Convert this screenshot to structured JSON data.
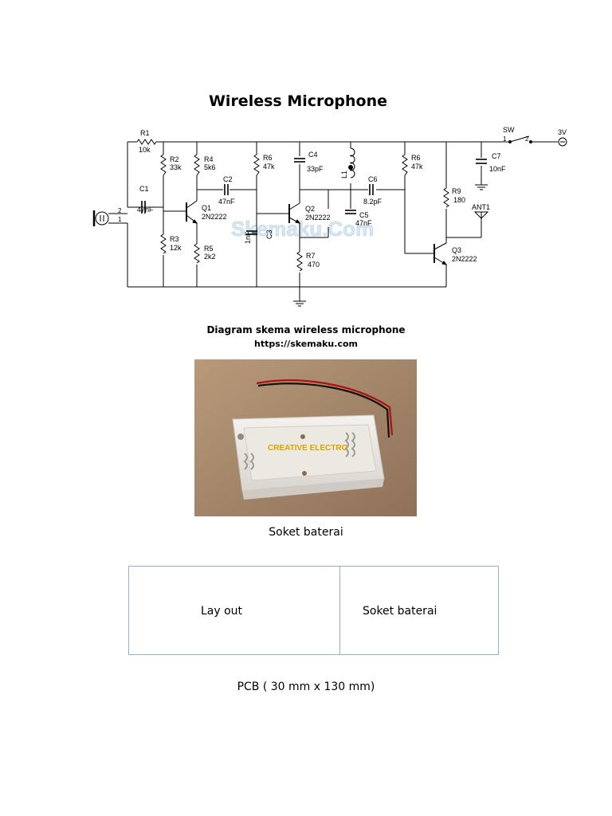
{
  "title": "Wireless Microphone",
  "schematic": {
    "components": {
      "r1": {
        "name": "R1",
        "value": "10k"
      },
      "r2": {
        "name": "R2",
        "value": "33k"
      },
      "r3": {
        "name": "R3",
        "value": "12k"
      },
      "r4": {
        "name": "R4",
        "value": "5k6"
      },
      "r5": {
        "name": "R5",
        "value": "2k2"
      },
      "r6a": {
        "name": "R6",
        "value": "47k"
      },
      "r6b": {
        "name": "R6",
        "value": "47k"
      },
      "r7": {
        "name": "R7",
        "value": "470"
      },
      "r9": {
        "name": "R9",
        "value": "180"
      },
      "c1": {
        "name": "C1",
        "value": "47nF"
      },
      "c2": {
        "name": "C2",
        "value": "47nF"
      },
      "c3": {
        "name": "C3",
        "value": "1nF"
      },
      "c4": {
        "name": "C4",
        "value": "33pF"
      },
      "c5": {
        "name": "C5",
        "value": "47nF"
      },
      "c6": {
        "name": "C6",
        "value": "8.2pF"
      },
      "c7": {
        "name": "C7",
        "value": "10nF"
      },
      "l1": {
        "name": "L1"
      },
      "q1": {
        "name": "Q1",
        "value": "2N2222"
      },
      "q2": {
        "name": "Q2",
        "value": "2N2222"
      },
      "q3": {
        "name": "Q3",
        "value": "2N2222"
      },
      "sw": {
        "name": "SW",
        "pin1": "1",
        "pin2": "2"
      },
      "ant": {
        "name": "ANT1"
      },
      "supply": {
        "value": "3V"
      },
      "mic": {
        "pin2": "2",
        "pin1": "1"
      }
    },
    "watermark": "Skemaku.Com"
  },
  "caption_line1": "Diagram skema  wireless microphone",
  "caption_line2": "https://skemaku.com",
  "photo": {
    "watermark": "CREATIVE ELECTRO"
  },
  "photo_caption": "Soket baterai",
  "pcb_box": {
    "left_label": "Lay out",
    "right_label": "Soket baterai"
  },
  "pcb_caption": "PCB  ( 30 mm x 130 mm)"
}
